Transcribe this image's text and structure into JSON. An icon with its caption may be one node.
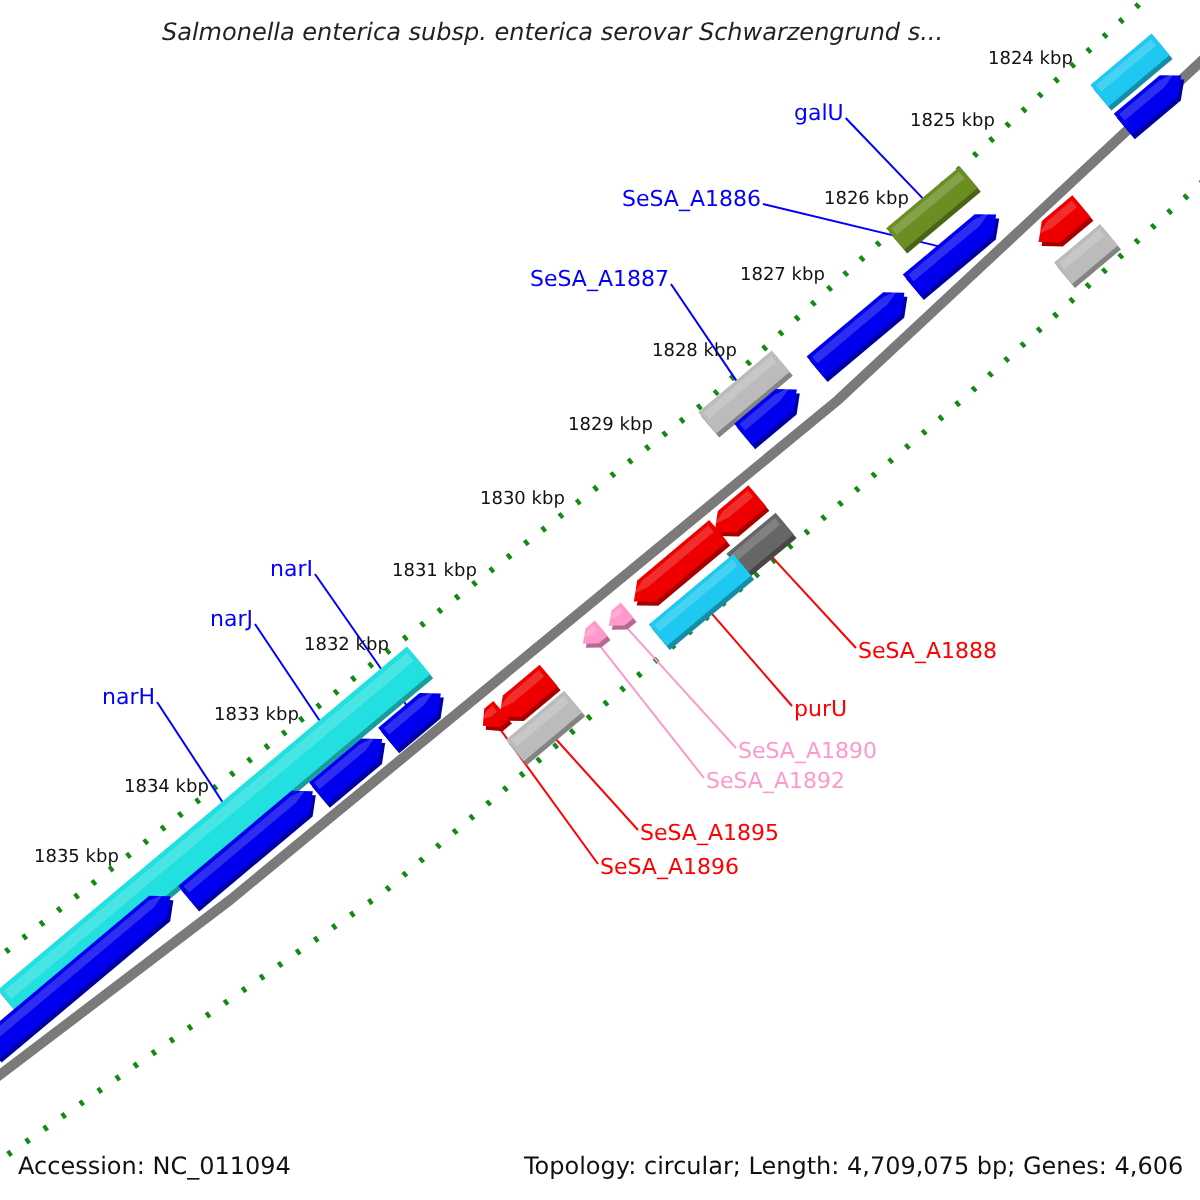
{
  "diagram": {
    "title": "Salmonella enterica subsp. enterica serovar Schwarzengrund s...",
    "nodes": [
      {
        "text": [
          "galU"
        ]
      },
      {
        "text": [
          "SeSA_A1886"
        ]
      },
      {
        "text": [
          "SeSA_A1887"
        ]
      },
      {
        "text": [
          "narI"
        ]
      },
      {
        "text": [
          "narJ"
        ]
      },
      {
        "text": [
          "SeSA_A1888"
        ]
      },
      {
        "text": [
          "narH"
        ]
      },
      {
        "text": [
          "purU"
        ]
      },
      {
        "text": [
          "SeSA_A1890"
        ]
      },
      {
        "text": [
          "SeSA_A1892"
        ]
      },
      {
        "text": [
          "SeSA_A1895"
        ]
      },
      {
        "text": [
          "SeSA_A1896"
        ]
      },
      {
        "text": [],
        "shape": "bar"
      },
      {
        "text": [],
        "shape": "arrow"
      },
      {
        "text": [],
        "shape": "bar"
      },
      {
        "text": [],
        "shape": "arrow"
      },
      {
        "text": [],
        "shape": "arrow"
      },
      {
        "text": [],
        "shape": "bar"
      },
      {
        "text": [],
        "shape": "arrow"
      },
      {
        "text": [],
        "shape": "bar"
      },
      {
        "text": [],
        "shape": "arrow"
      },
      {
        "text": [],
        "shape": "arrow"
      },
      {
        "text": [],
        "shape": "bar"
      },
      {
        "text": [],
        "shape": "arrow"
      },
      {
        "text": [],
        "shape": "bar"
      },
      {
        "text": [],
        "shape": "arrow"
      },
      {
        "text": [],
        "shape": "arrow"
      },
      {
        "text": [],
        "shape": "arrow"
      },
      {
        "text": [],
        "shape": "arrow"
      },
      {
        "text": [],
        "shape": "arrow"
      },
      {
        "text": [],
        "shape": "bar"
      },
      {
        "text": [],
        "shape": "arrow"
      },
      {
        "text": [],
        "shape": "bar"
      },
      {
        "text": [],
        "shape": "arrow"
      },
      {
        "text": [],
        "shape": "arrow"
      }
    ],
    "edges": [
      {
        "from": 0,
        "to": 14,
        "arrow": "none"
      },
      {
        "from": 1,
        "to": 16,
        "arrow": "none"
      },
      {
        "from": 2,
        "to": 19,
        "arrow": "none"
      },
      {
        "from": 3,
        "to": 28,
        "arrow": "none"
      },
      {
        "from": 4,
        "to": 31,
        "arrow": "none"
      },
      {
        "from": 5,
        "to": 22,
        "arrow": "none",
        "color": "#ff0000"
      },
      {
        "from": 6,
        "to": 33,
        "arrow": "none"
      },
      {
        "from": 7,
        "to": 24,
        "arrow": "none",
        "color": "#ff0000"
      },
      {
        "from": 8,
        "to": 25,
        "arrow": "none",
        "color": "#ff99cc"
      },
      {
        "from": 9,
        "to": 26,
        "arrow": "none",
        "color": "#ff99cc"
      },
      {
        "from": 10,
        "to": 30,
        "arrow": "none",
        "color": "#ff0000"
      },
      {
        "from": 11,
        "to": 29,
        "arrow": "none",
        "color": "#ff0000"
      }
    ],
    "labels": [
      "1824 kbp",
      "1825 kbp",
      "1826 kbp",
      "1827 kbp",
      "1828 kbp",
      "1829 kbp",
      "1830 kbp",
      "1831 kbp",
      "1832 kbp",
      "1833 kbp",
      "1834 kbp",
      "1835 kbp",
      "Accession: NC_011094",
      "Topology: circular; Length: 4,709,075 bp; Genes: 4,606"
    ]
  }
}
